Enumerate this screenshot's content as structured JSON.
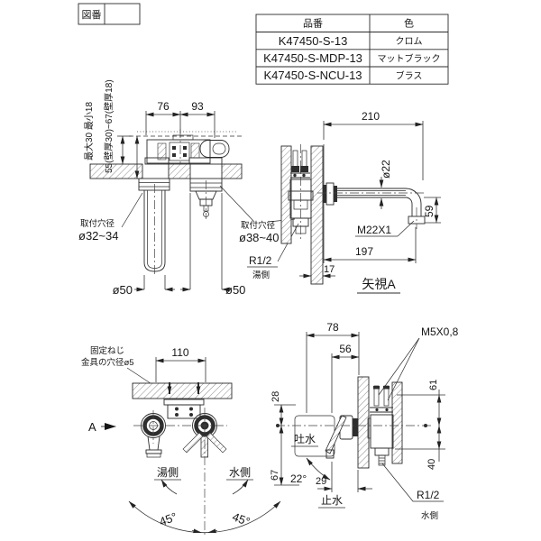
{
  "title_block": {
    "label": "図番"
  },
  "spec_table": {
    "headers": {
      "part_no": "品番",
      "color": "色"
    },
    "rows": [
      {
        "part_no": "K47450-S-13",
        "color": "クロム"
      },
      {
        "part_no": "K47450-S-MDP-13",
        "color": "マットブラック"
      },
      {
        "part_no": "K47450-S-NCU-13",
        "color": "ブラス"
      }
    ]
  },
  "plan_view": {
    "dim_76": "76",
    "dim_93": "93",
    "wall_range": "最大30 最小18",
    "depth_range": "55(壁厚30)~67(壁厚18)",
    "hole_label_left": "取付穴径",
    "hole_dia_left": "ø32~34",
    "hole_label_right": "取付穴径",
    "hole_dia_right": "ø38~40",
    "thread_hot": "R1/2",
    "thread_hot_side": "湯側",
    "dia50_left": "ø50",
    "dia50_right": "ø50"
  },
  "view_a": {
    "dim_210": "210",
    "dia_22": "ø22",
    "dim_59": "59",
    "thread_spout": "M22X1",
    "dim_197": "197",
    "dim_17": "17",
    "caption": "矢視A"
  },
  "front_view": {
    "note_line1": "固定ねじ",
    "note_line2": "金具の穴径ø5",
    "dim_110": "110",
    "direction_label": "A",
    "hot_side": "湯側",
    "cold_side": "水側",
    "swing_left": "45°",
    "swing_right": "45°"
  },
  "side_view": {
    "dim_78": "78",
    "dim_56": "56",
    "thread_screw": "M5X0,8",
    "dim_28": "28",
    "dim_61": "61",
    "dim_67": "67",
    "dim_40": "40",
    "dim_29": "29",
    "discharge": "吐水",
    "shutoff": "止水",
    "angle_22": "22°",
    "thread_cold": "R1/2",
    "cold_side": "水側"
  }
}
